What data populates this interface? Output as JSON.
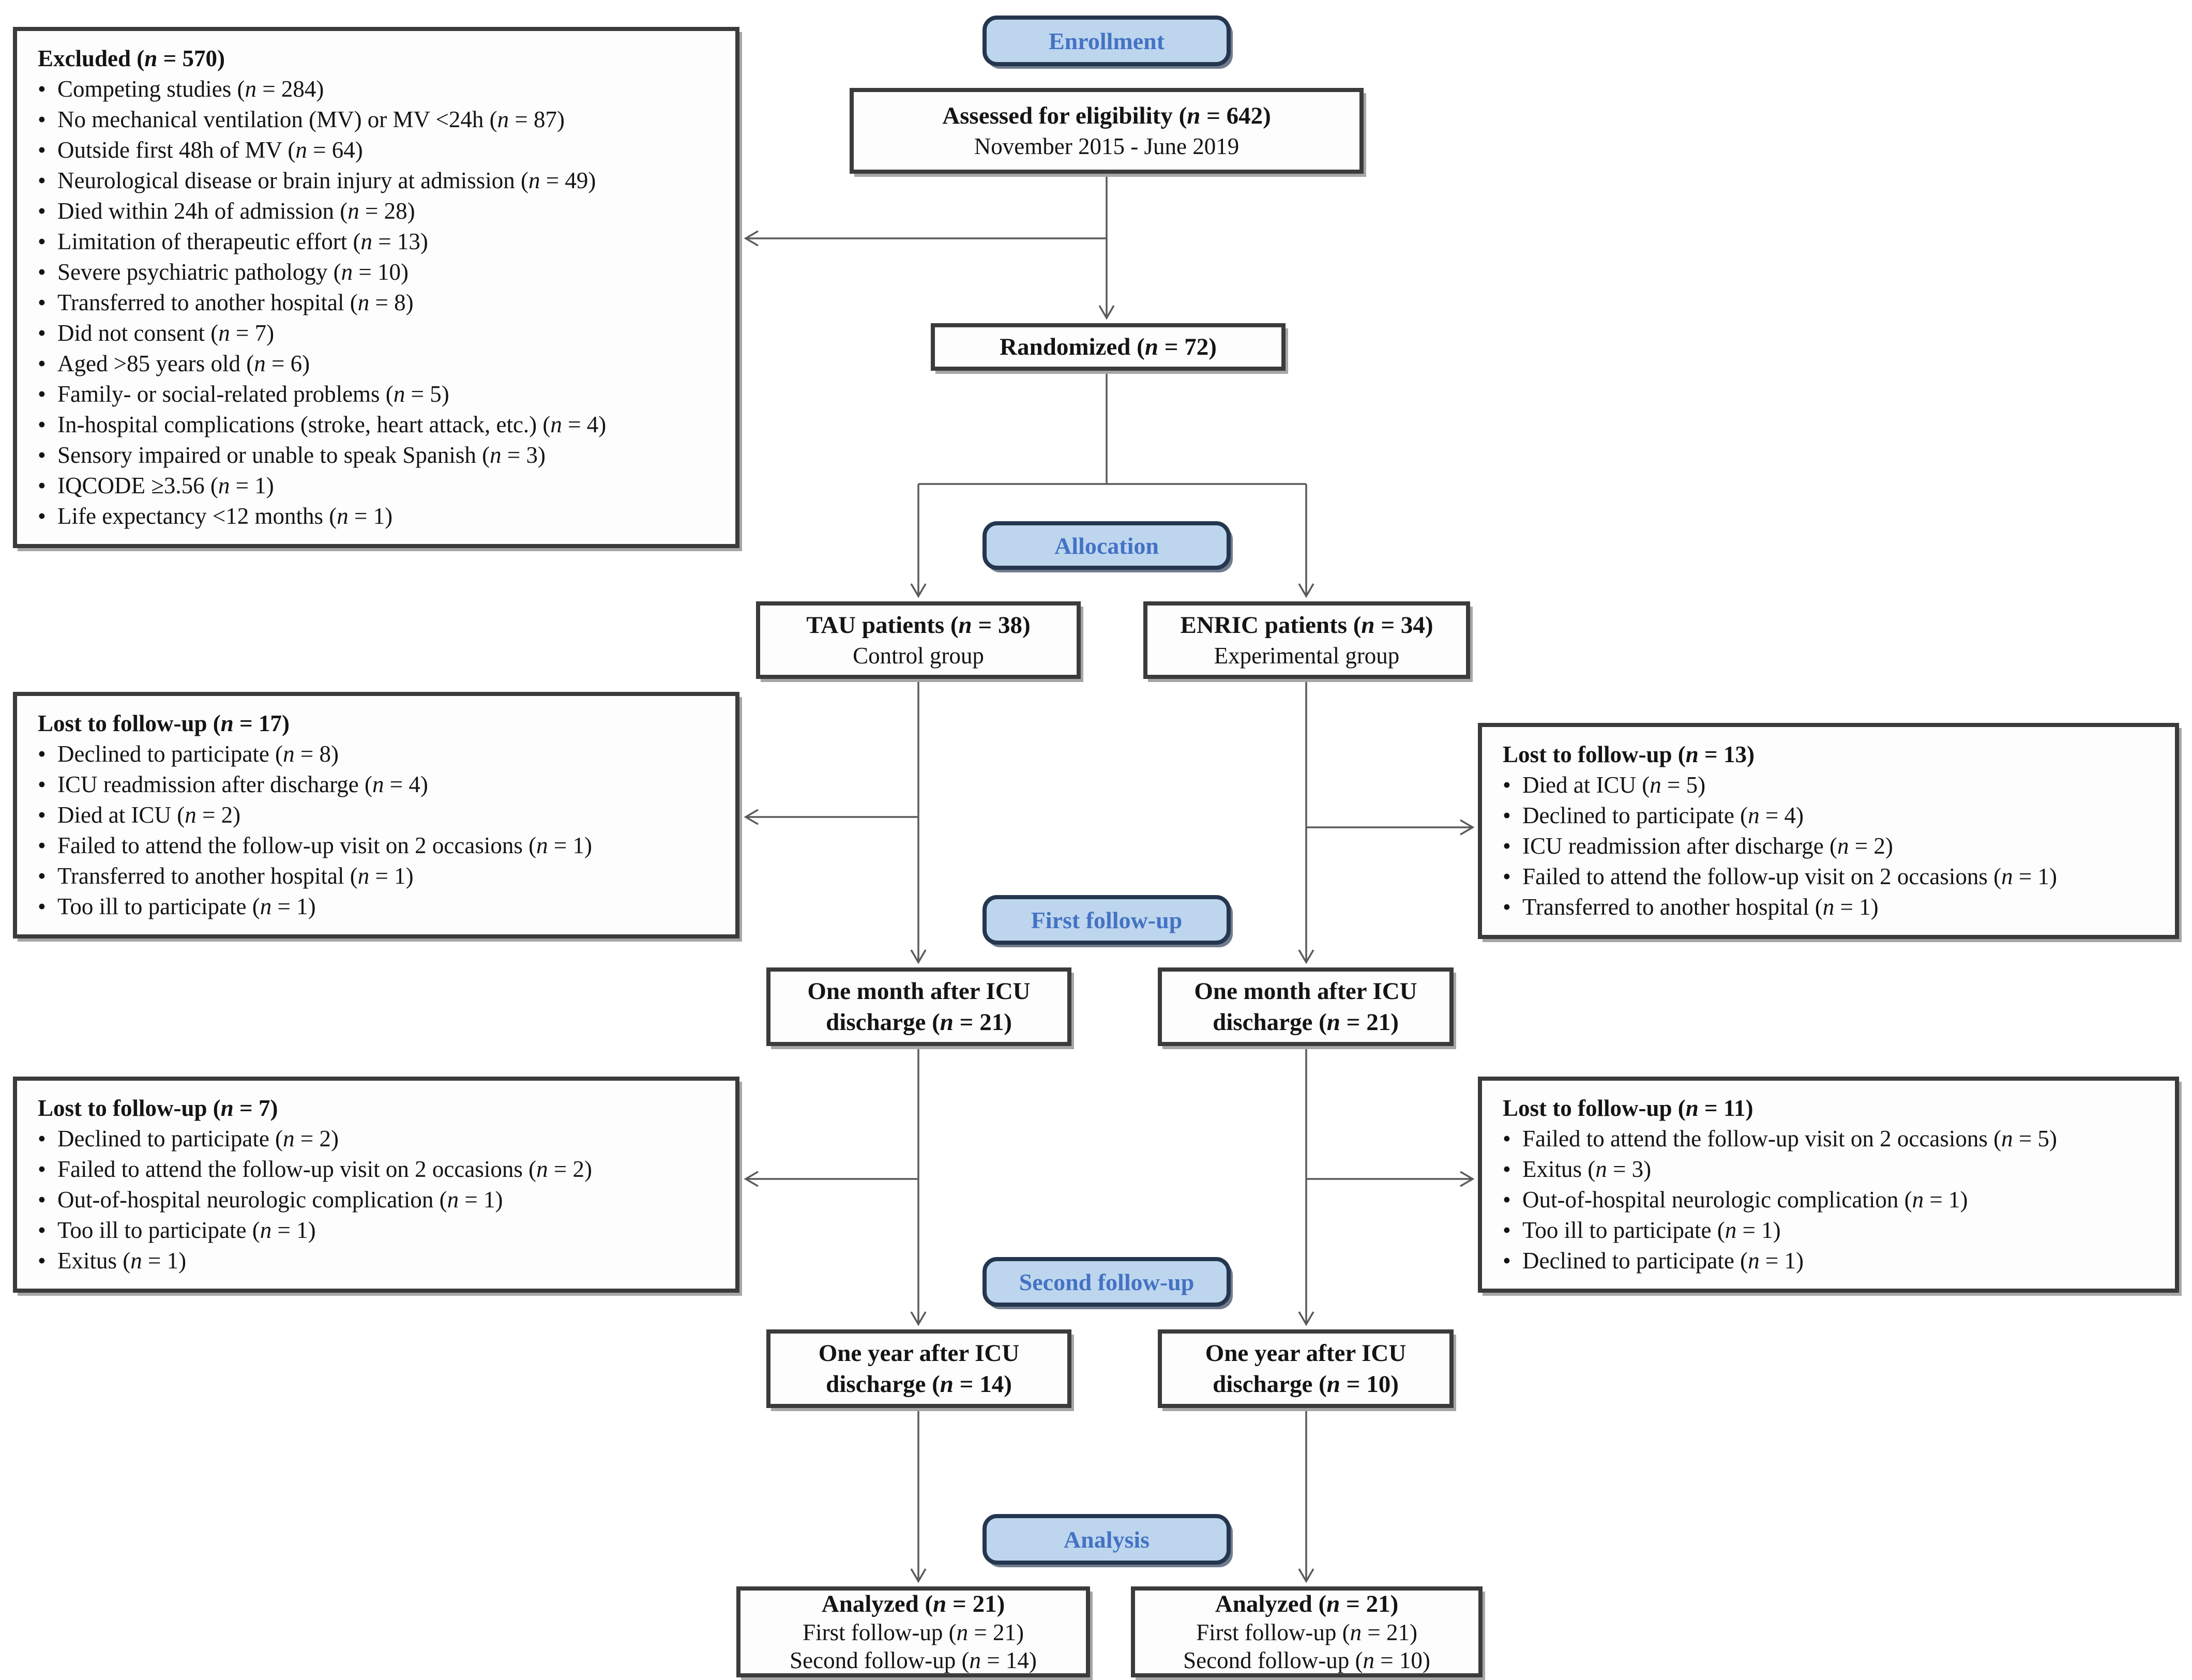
{
  "meta": {
    "bullet": "•",
    "colors": {
      "badge_fill": "#BDD6EE",
      "badge_border": "#25364F",
      "badge_text": "#4472C4",
      "box_border": "#3B3B3B",
      "arrow": "#5A5A5A",
      "background": "#FFFFFF"
    }
  },
  "stages": {
    "enrollment": "Enrollment",
    "allocation": "Allocation",
    "first_followup": "First follow-up",
    "second_followup": "Second follow-up",
    "analysis": "Analysis"
  },
  "flow": {
    "assessed": {
      "title": {
        "text": "Assessed for eligibility",
        "n": "642"
      },
      "subtitle": "November 2015 - June 2019"
    },
    "randomized": {
      "title": {
        "text": "Randomized",
        "n": "72"
      }
    },
    "tau": {
      "title": {
        "text": "TAU patients",
        "n": "38"
      },
      "subtitle": "Control group"
    },
    "enric": {
      "title": {
        "text": "ENRIC patients",
        "n": "34"
      },
      "subtitle": "Experimental group"
    },
    "month_tau": {
      "title": {
        "text": "One month after ICU discharge",
        "n": "21"
      }
    },
    "month_enric": {
      "title": {
        "text": "One month after ICU discharge",
        "n": "21"
      }
    },
    "year_tau": {
      "title": {
        "text": "One year after ICU discharge",
        "n": "14"
      }
    },
    "year_enric": {
      "title": {
        "text": "One year after ICU discharge",
        "n": "10"
      }
    },
    "analyzed_tau": {
      "title": {
        "text": "Analyzed",
        "n": "21"
      },
      "lines": [
        {
          "text": "First follow-up",
          "n": "21"
        },
        {
          "text": "Second follow-up",
          "n": "14"
        }
      ]
    },
    "analyzed_enric": {
      "title": {
        "text": "Analyzed",
        "n": "21"
      },
      "lines": [
        {
          "text": "First follow-up",
          "n": "21"
        },
        {
          "text": "Second follow-up",
          "n": "10"
        }
      ]
    }
  },
  "exclusions": {
    "excluded": {
      "title": {
        "text": "Excluded",
        "n": "570"
      },
      "items": [
        {
          "text": "Competing studies",
          "n": "284"
        },
        {
          "text": "No mechanical ventilation (MV) or MV <24h",
          "n": "87"
        },
        {
          "text": "Outside first 48h of MV",
          "n": "64"
        },
        {
          "text": "Neurological disease or brain injury at admission",
          "n": "49"
        },
        {
          "text": "Died within 24h of admission",
          "n": "28"
        },
        {
          "text": "Limitation of therapeutic effort",
          "n": "13"
        },
        {
          "text": "Severe psychiatric pathology",
          "n": "10"
        },
        {
          "text": "Transferred to another hospital",
          "n": "8"
        },
        {
          "text": "Did not consent",
          "n": "7"
        },
        {
          "text": "Aged >85 years old",
          "n": "6"
        },
        {
          "text": "Family- or social-related problems",
          "n": "5"
        },
        {
          "text": "In-hospital complications (stroke, heart attack, etc.)",
          "n": "4"
        },
        {
          "text": "Sensory impaired or unable to speak Spanish",
          "n": "3"
        },
        {
          "text": "IQCODE ≥3.56",
          "n": "1"
        },
        {
          "text": "Life expectancy <12 months",
          "n": "1"
        }
      ]
    },
    "lost_month_tau": {
      "title": {
        "text": "Lost to follow-up",
        "n": "17"
      },
      "items": [
        {
          "text": "Declined to participate",
          "n": "8"
        },
        {
          "text": "ICU readmission after discharge",
          "n": "4"
        },
        {
          "text": "Died at ICU",
          "n": "2"
        },
        {
          "text": "Failed to attend the follow-up visit on 2 occasions",
          "n": "1"
        },
        {
          "text": "Transferred to another hospital",
          "n": "1"
        },
        {
          "text": "Too ill to participate",
          "n": "1"
        }
      ]
    },
    "lost_month_enric": {
      "title": {
        "text": "Lost to follow-up",
        "n": "13"
      },
      "items": [
        {
          "text": "Died at ICU",
          "n": "5"
        },
        {
          "text": "Declined to participate",
          "n": "4"
        },
        {
          "text": "ICU readmission after discharge",
          "n": "2"
        },
        {
          "text": "Failed to attend the follow-up visit on 2 occasions",
          "n": "1"
        },
        {
          "text": "Transferred to another hospital",
          "n": "1"
        }
      ]
    },
    "lost_year_tau": {
      "title": {
        "text": "Lost to follow-up",
        "n": "7"
      },
      "items": [
        {
          "text": "Declined to participate",
          "n": "2"
        },
        {
          "text": "Failed to attend the follow-up visit on 2 occasions",
          "n": "2"
        },
        {
          "text": "Out-of-hospital neurologic complication",
          "n": "1"
        },
        {
          "text": "Too ill to participate",
          "n": "1"
        },
        {
          "text": "Exitus",
          "n": "1"
        }
      ]
    },
    "lost_year_enric": {
      "title": {
        "text": "Lost to follow-up",
        "n": "11"
      },
      "items": [
        {
          "text": "Failed to attend the follow-up visit on 2 occasions",
          "n": "5"
        },
        {
          "text": "Exitus",
          "n": "3"
        },
        {
          "text": "Out-of-hospital neurologic complication",
          "n": "1"
        },
        {
          "text": "Too ill to participate",
          "n": "1"
        },
        {
          "text": "Declined to participate",
          "n": "1"
        }
      ]
    }
  }
}
